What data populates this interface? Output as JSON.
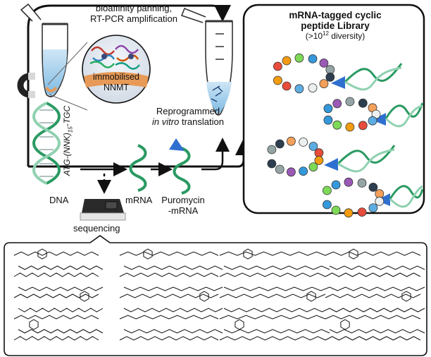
{
  "panning": {
    "line1": "bioaffinity panning,",
    "line2": "RT-PCR amplification"
  },
  "target": {
    "line1": "immobilised",
    "line2": "NNMT"
  },
  "library": {
    "title_line1": "mRNA-tagged cyclic",
    "title_line2": "peptide Library",
    "diversity_prefix": "(>10",
    "diversity_exp": "12",
    "diversity_suffix": " diversity)"
  },
  "translation": {
    "line1": "Reprogrammed",
    "line2_italic": "in vitro",
    "line2_rest": " translation"
  },
  "dna_sequence": {
    "prefix": "ATG-(NNK)",
    "subscript": "15",
    "suffix": "-TGC"
  },
  "labels": {
    "dna": "DNA",
    "mrna": "mRNA",
    "puromycin_line1": "Puromycin",
    "puromycin_line2": "-mRNA",
    "sequencing": "sequencing"
  },
  "colors": {
    "dna_strand": "#2a9a62",
    "dna_strand_light": "#8fd1b0",
    "puromycin": "#2f6fd0",
    "liquid": "#a9d3ee",
    "nnmt_surface": "#e79a58"
  }
}
